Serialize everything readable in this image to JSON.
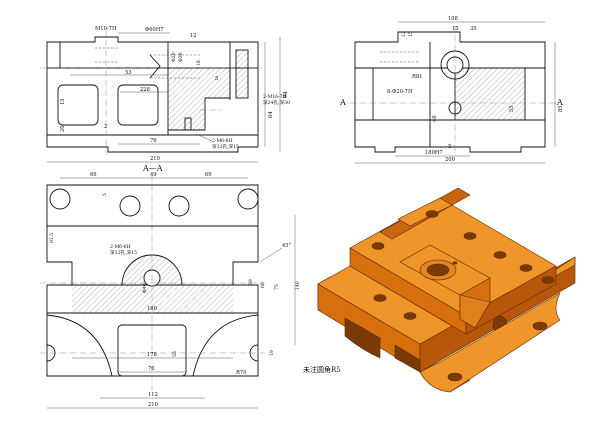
{
  "drawing": {
    "front_view": {
      "labels": {
        "m10": "M10-7H",
        "phi60": "Φ60H7",
        "d12": "12",
        "d53": "53",
        "d228": "228",
        "phi20": "Φ20",
        "phi36": "Φ36",
        "d18": "18",
        "d5": "5",
        "m16": "2-M16-7H",
        "m16b": "深24孔,深30",
        "d76": "76",
        "d210": "210",
        "d15": "15",
        "d20": "20",
        "d2": "2",
        "d94": "94",
        "d64": "64",
        "m6": "2-M6-6H",
        "m6b": "深12孔,深15"
      }
    },
    "side_view": {
      "labels": {
        "d108": "108",
        "d35a": "35",
        "d15": "15",
        "d12a": "12",
        "d15b": "15",
        "r81": "R81",
        "holes": "8-Φ20-7H",
        "d40": "40",
        "d5": "5",
        "d55": "55",
        "d85": "85",
        "d180": "180H7",
        "d200": "200",
        "a_left": "A",
        "a_right": "A"
      }
    },
    "section_view": {
      "title": "A—A",
      "labels": {
        "d69a": "69",
        "d49": "49",
        "d69b": "69",
        "d5": "5",
        "d81": "81.5",
        "m6": "2-M6-6H",
        "m6b": "深12孔,深15",
        "angle": "45°",
        "phi40": "Φ40",
        "d39": "39",
        "d60": "60",
        "d75": "75",
        "d140": "140",
        "d160": "160",
        "d178": "178",
        "d55": "55",
        "d76": "76",
        "d19": "19",
        "r70": "R70",
        "d112": "112",
        "d210": "210"
      }
    },
    "note": "未注圆角R5",
    "colors": {
      "iso_face_top": "#f0952a",
      "iso_face_side": "#d86f0d",
      "iso_face_dark": "#b8560a",
      "iso_hole": "#7a3a06",
      "line": "#111111"
    }
  }
}
